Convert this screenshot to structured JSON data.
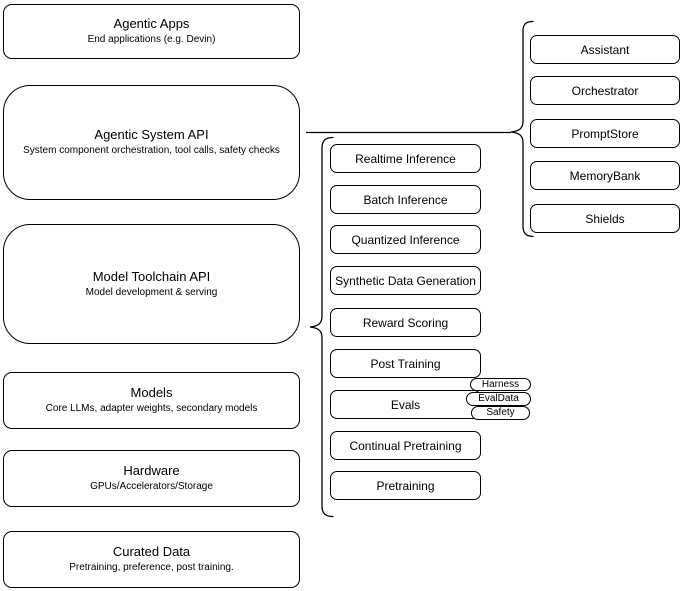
{
  "colors": {
    "stroke": "#000000",
    "fill": "#ffffff",
    "background": "#ffffff",
    "text": "#000000"
  },
  "stack": {
    "layers": [
      {
        "title": "Agentic Apps",
        "subtitle": "End applications (e.g. Devin)"
      },
      {
        "title": "Agentic System API",
        "subtitle": "System component orchestration, tool calls, safety checks"
      },
      {
        "title": "Model Toolchain API",
        "subtitle": "Model development & serving"
      },
      {
        "title": "Models",
        "subtitle": "Core LLMs, adapter weights, secondary models"
      },
      {
        "title": "Hardware",
        "subtitle": "GPUs/Accelerators/Storage"
      },
      {
        "title": "Curated Data",
        "subtitle": "Pretraining, preference, post training."
      }
    ]
  },
  "toolchain": {
    "items": [
      "Realtime Inference",
      "Batch Inference",
      "Quantized Inference",
      "Synthetic Data Generation",
      "Reward Scoring",
      "Post Training",
      "Evals",
      "Continual Pretraining",
      "Pretraining"
    ],
    "eval_tags": [
      "Harness",
      "EvalData",
      "Safety"
    ]
  },
  "system_components": {
    "items": [
      "Assistant",
      "Orchestrator",
      "PromptStore",
      "MemoryBank",
      "Shields"
    ]
  }
}
